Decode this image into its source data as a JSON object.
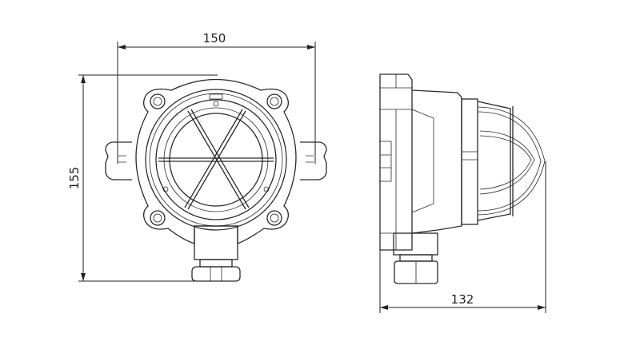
{
  "dimensions": {
    "front_width": "150",
    "front_height": "155",
    "side_depth": "132"
  },
  "colors": {
    "line": "#2a2a2a",
    "background": "#ffffff"
  }
}
